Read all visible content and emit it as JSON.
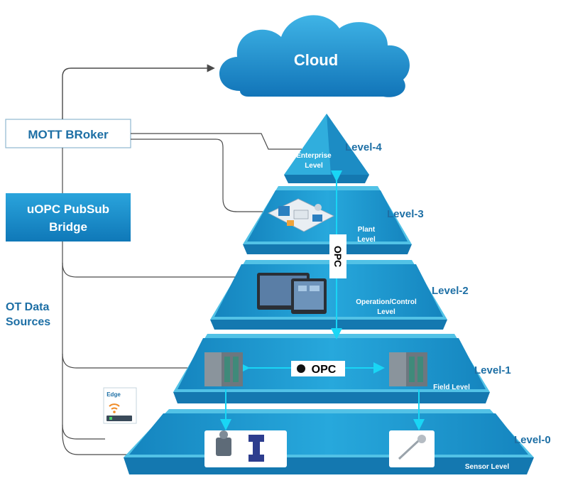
{
  "cloud": {
    "label": "Cloud"
  },
  "broker": {
    "label": "MOTT BRoker"
  },
  "bridge": {
    "line1": "uOPC PubSub",
    "line2": "Bridge"
  },
  "ot_sources": {
    "line1": "OT Data",
    "line2": "Sources"
  },
  "edge": {
    "label": "Edge"
  },
  "opc_logo": "OPC",
  "levels": [
    {
      "id": "level-4",
      "label": "Level-4",
      "desc1": "Enterprise",
      "desc2": "Level"
    },
    {
      "id": "level-3",
      "label": "Level-3",
      "desc1": "Plant",
      "desc2": "Level"
    },
    {
      "id": "level-2",
      "label": "Level-2",
      "desc1": "Operation/Control",
      "desc2": "Level"
    },
    {
      "id": "level-1",
      "label": "Level-1",
      "desc1": "Field Level",
      "desc2": ""
    },
    {
      "id": "level-0",
      "label": "Level-0",
      "desc1": "Sensor Level",
      "desc2": ""
    }
  ],
  "colors": {
    "tier_front": "#1a9bd0",
    "tier_top": "#5cc6e8",
    "tier_dark": "#0f6f9e",
    "text_blue": "#1d6fa5",
    "bridge_bg": "#1488c8",
    "connector": "#4a4a4a",
    "cyan_arrow": "#19d6f5"
  }
}
